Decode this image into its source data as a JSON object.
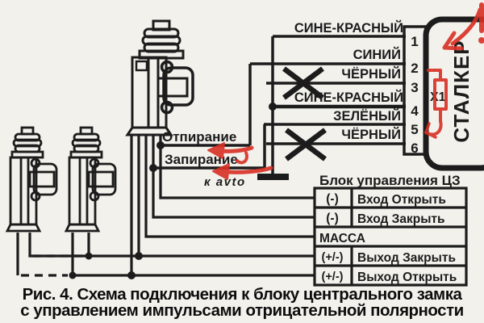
{
  "diagram": {
    "stalker": {
      "unit_label": "СТАЛКЕР",
      "connector_label": "X1",
      "pins": [
        "1",
        "2",
        "3",
        "4",
        "5",
        "6"
      ],
      "wires": [
        {
          "label": "СИНЕ-КРАСНЫЙ",
          "crossed": false
        },
        {
          "label": "СИНИЙ",
          "crossed": false
        },
        {
          "label": "ЧЁРНЫЙ",
          "crossed": true
        },
        {
          "label": "СИНЕ-КРАСНЫЙ",
          "crossed": false
        },
        {
          "label": "ЗЕЛЁНЫЙ",
          "crossed": false
        },
        {
          "label": "ЧЁРНЫЙ",
          "crossed": true
        }
      ]
    },
    "actions": {
      "unlock_label": "Отпирание",
      "lock_label": "Запирание",
      "note": "к avto"
    },
    "control_block": {
      "title": "Блок управления ЦЗ",
      "rows": [
        {
          "polarity": "(-)",
          "label": "Вход Открыть"
        },
        {
          "polarity": "(-)",
          "label": "Вход Закрыть"
        },
        {
          "polarity": "МАССА",
          "label": ""
        },
        {
          "polarity": "(+/-)",
          "label": "Выход Закрыть"
        },
        {
          "polarity": "(+/-)",
          "label": "Выход Открыть"
        }
      ]
    },
    "caption_line1": "Рис. 4. Схема подключения к блоку центрального замка",
    "caption_line2": "с управлением импульсами отрицательной полярности",
    "colors": {
      "ink": "#1c1c1c",
      "annotation": "#d93024",
      "background": "#f2f1ec"
    }
  }
}
